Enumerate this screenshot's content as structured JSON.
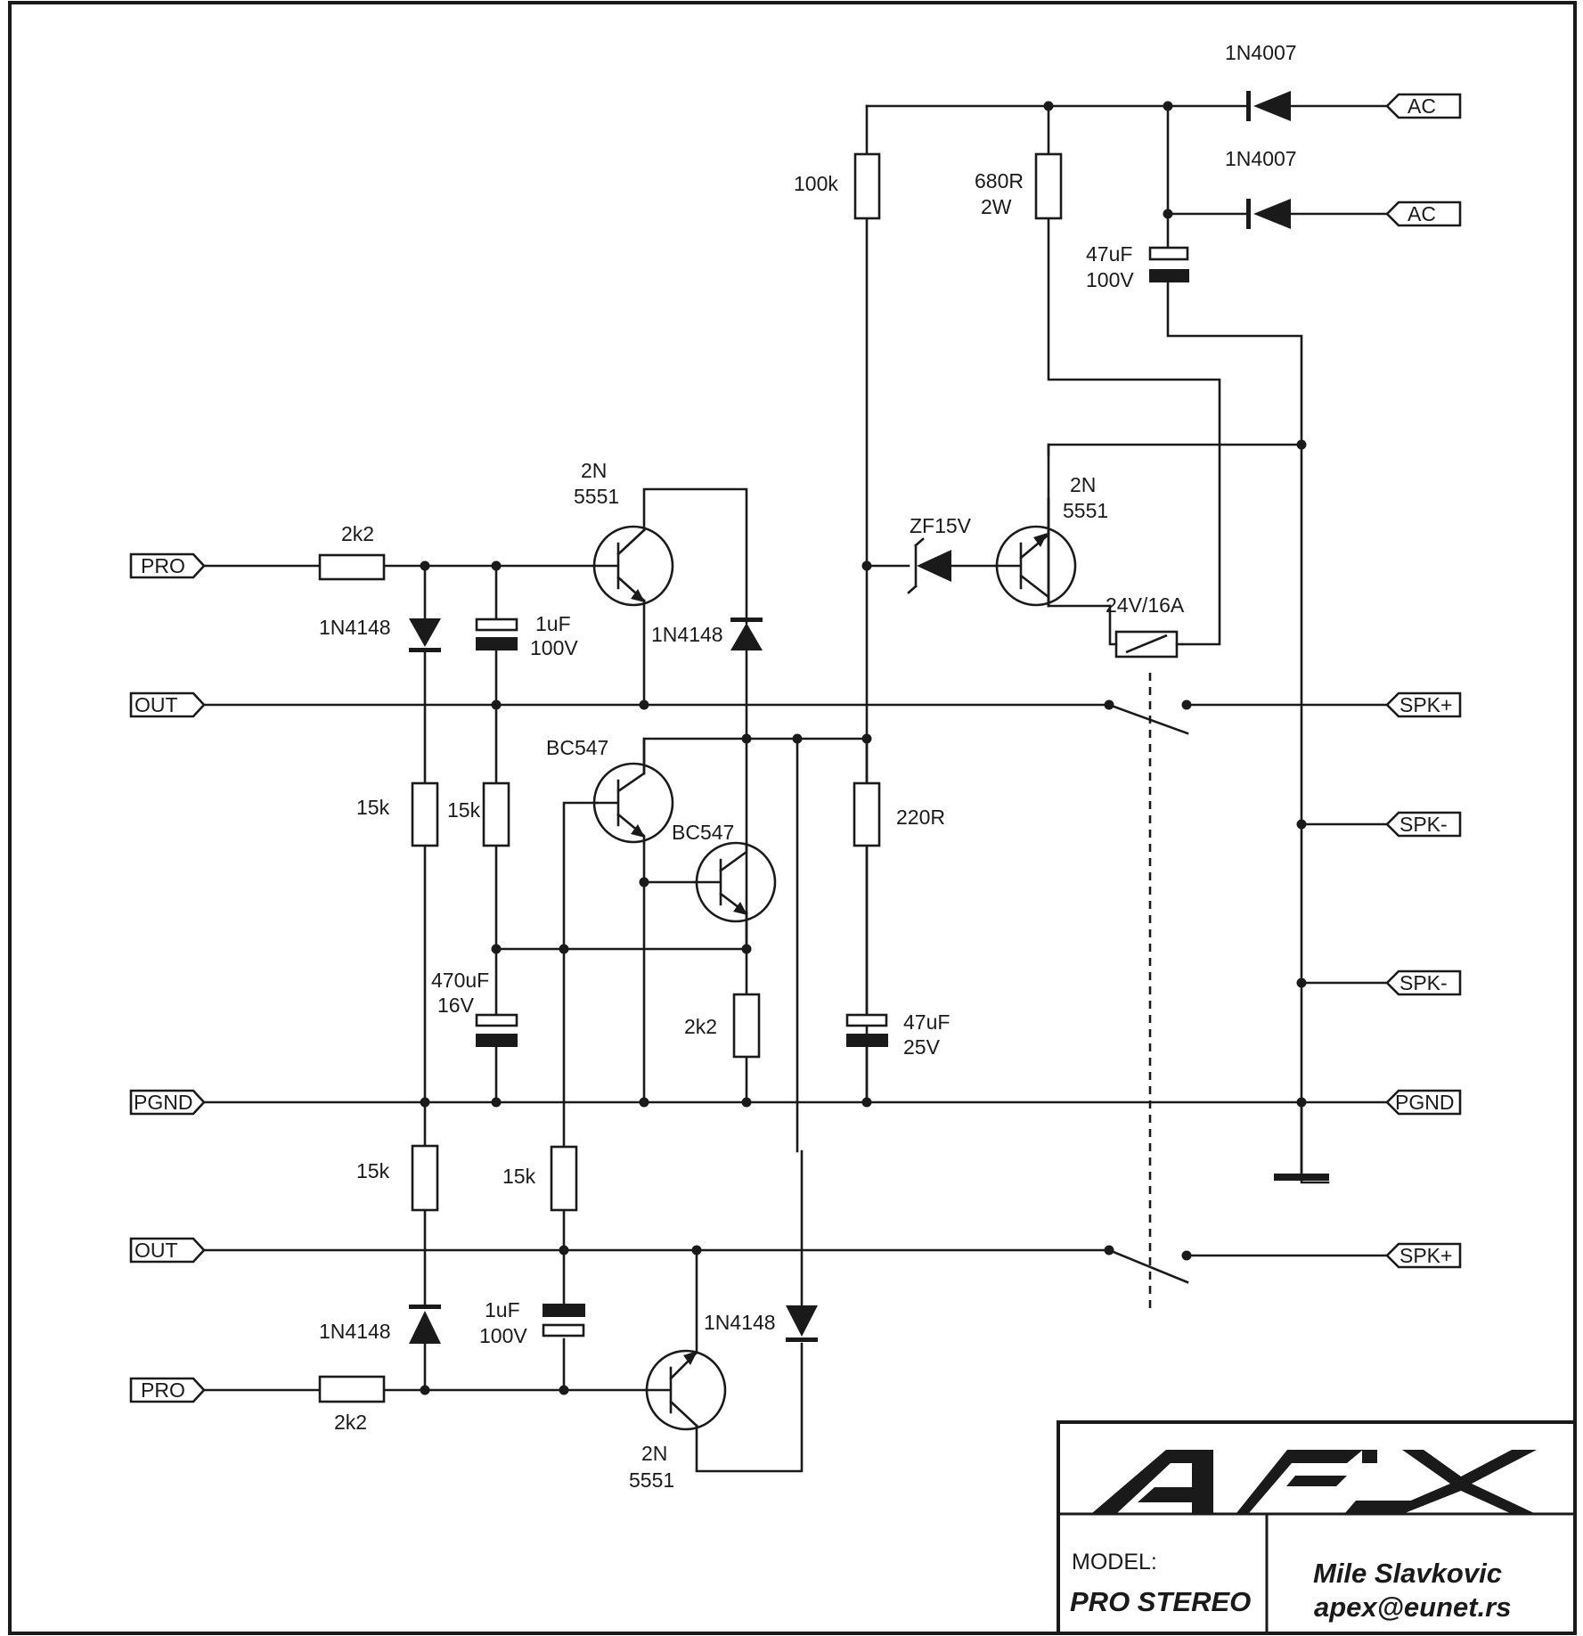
{
  "connectors": {
    "pro_top": "PRO",
    "out_top": "OUT",
    "pgnd_left": "PGND",
    "out_bottom": "OUT",
    "pro_bottom": "PRO",
    "ac_1": "AC",
    "ac_2": "AC",
    "spk_plus_top": "SPK+",
    "spk_minus_1": "SPK-",
    "spk_minus_2": "SPK-",
    "pgnd_right": "PGND",
    "spk_plus_bottom": "SPK+"
  },
  "components": {
    "d_1n4007_top": "1N4007",
    "d_1n4007_bottom": "1N4007",
    "r_100k": "100k",
    "r_680r": [
      "680R",
      "2W"
    ],
    "c_47uf_100v": [
      "47uF",
      "100V"
    ],
    "q_top_2n5551": [
      "2N",
      "5551"
    ],
    "q_relay_2n5551": [
      "2N",
      "5551"
    ],
    "r_2k2_top": "2k2",
    "zener": "ZF15V",
    "relay": "24V/16A",
    "d_1n4148_left_top": "1N4148",
    "c_1uf_top": [
      "1uF",
      "100V"
    ],
    "d_1n4148_mid": "1N4148",
    "q_bc547_a": "BC547",
    "q_bc547_b": "BC547",
    "r_15k_1": "15k",
    "r_15k_2": "15k",
    "r_220r": "220R",
    "c_470uf": [
      "470uF",
      "16V"
    ],
    "r_2k2_mid": "2k2",
    "c_47uf_25v": [
      "47uF",
      "25V"
    ],
    "r_15k_3": "15k",
    "r_15k_4": "15k",
    "d_1n4148_left_bottom": "1N4148",
    "c_1uf_bottom": [
      "1uF",
      "100V"
    ],
    "d_1n4148_right_bottom": "1N4148",
    "r_2k2_bottom": "2k2",
    "q_bottom_2n5551": [
      "2N",
      "5551"
    ]
  },
  "title_block": {
    "logo": "APEX",
    "model_label": "MODEL:",
    "model_value": "PRO STEREO",
    "author_name": "Mile Slavkovic",
    "author_email": "apex@eunet.rs"
  }
}
